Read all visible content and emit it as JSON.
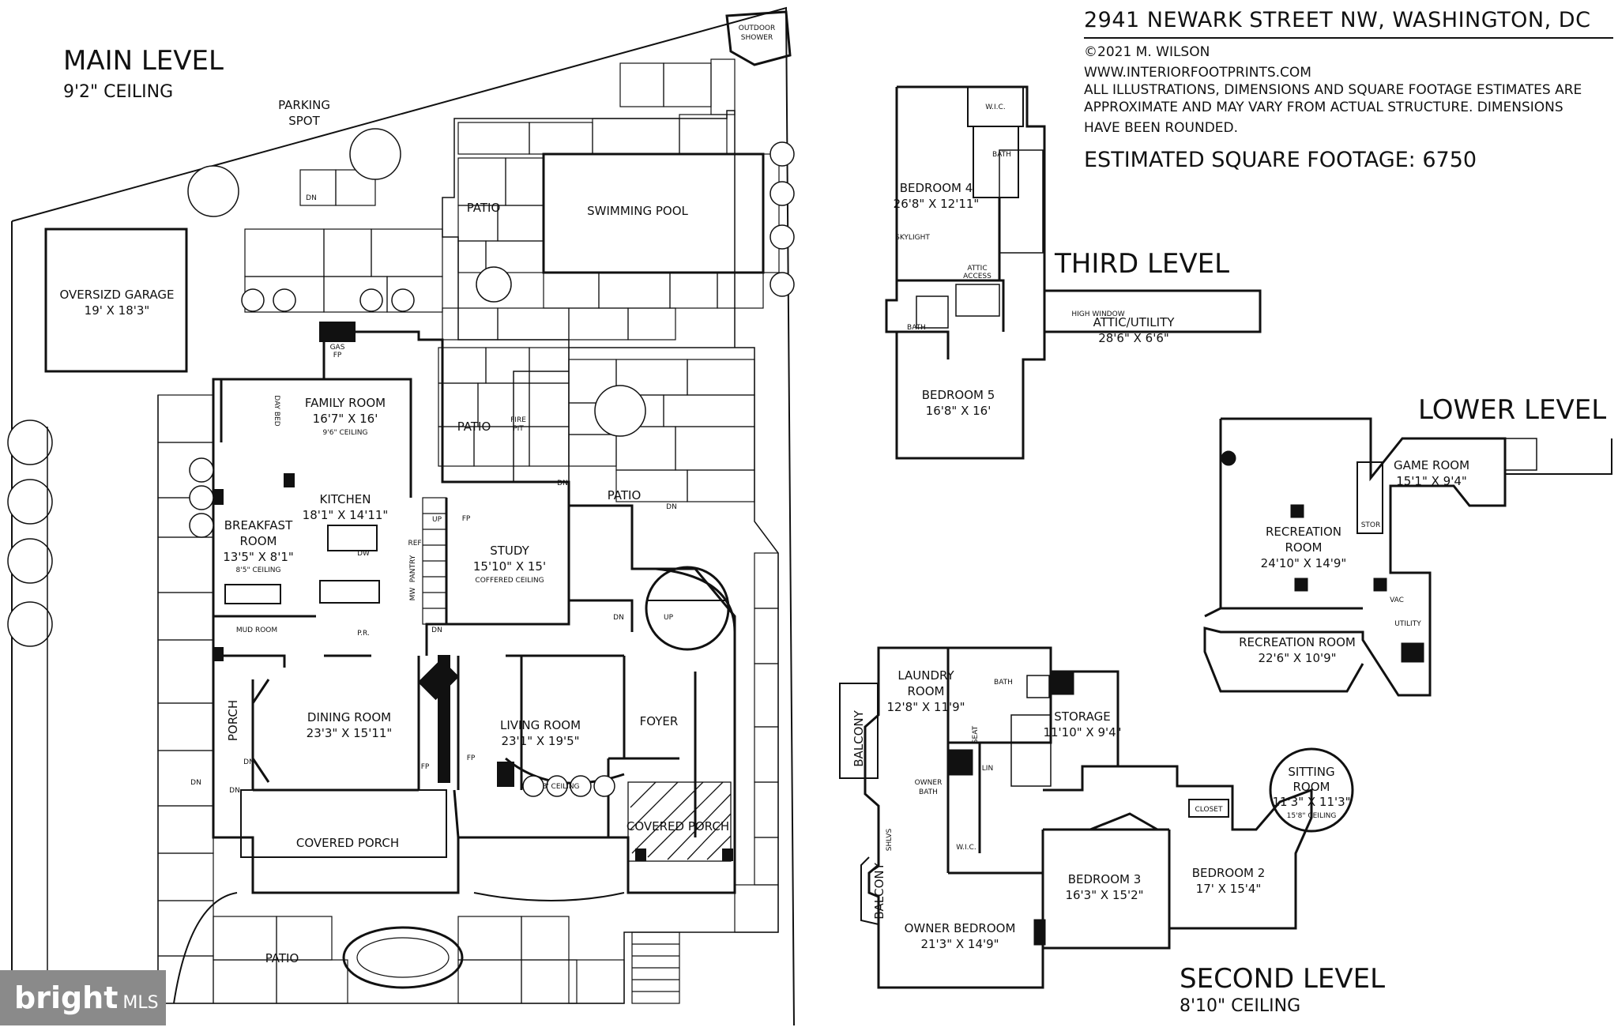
{
  "header": {
    "address": "2941 NEWARK STREET NW, WASHINGTON, DC",
    "copyright": "©2021 M. WILSON",
    "website": "WWW.INTERIORFOOTPRINTS.COM",
    "disclaimer": [
      "ALL ILLUSTRATIONS, DIMENSIONS AND SQUARE FOOTAGE ESTIMATES ARE",
      "APPROXIMATE AND MAY VARY FROM ACTUAL STRUCTURE. DIMENSIONS",
      "HAVE BEEN ROUNDED."
    ],
    "sqft": "ESTIMATED SQUARE FOOTAGE: 6750"
  },
  "levels": {
    "main": {
      "title": "MAIN LEVEL",
      "subtitle": "9'2\" CEILING"
    },
    "third": {
      "title": "THIRD LEVEL"
    },
    "lower": {
      "title": "LOWER LEVEL"
    },
    "second": {
      "title": "SECOND LEVEL",
      "subtitle": "8'10\" CEILING"
    }
  },
  "main_rooms": {
    "outdoor_shower_1": "OUTDOOR",
    "outdoor_shower_2": "SHOWER",
    "parking_1": "PARKING",
    "parking_2": "SPOT",
    "garage": "OVERSIZD GARAGE",
    "garage_dim": "19' X 18'3\"",
    "patio_top": "PATIO",
    "pool": "SWIMMING POOL",
    "family_room": "FAMILY ROOM",
    "family_room_dim": "16'7\" X 16'",
    "family_room_ceiling": "9'6\" CEILING",
    "gas_fp_1": "GAS",
    "gas_fp_2": "FP",
    "day_bed": "DAY BED",
    "patio_mid": "PATIO",
    "fire_pit_1": "FIRE",
    "fire_pit_2": "PIT",
    "kitchen": "KITCHEN",
    "kitchen_dim": "18'1\" X 14'11\"",
    "breakfast_1": "BREAKFAST",
    "breakfast_2": "ROOM",
    "breakfast_dim": "13'5\" X 8'1\"",
    "breakfast_ceiling": "8'5\" CEILING",
    "mud_room": "MUD ROOM",
    "pr": "P.R.",
    "ref": "REF",
    "pantry": "PANTRY",
    "mw": "MW",
    "dw": "DW",
    "patio_right": "PATIO",
    "study": "STUDY",
    "study_dim": "15'10\" X 15'",
    "study_ceiling": "COFFERED CEILING",
    "porch": "PORCH",
    "dining_room": "DINING ROOM",
    "dining_dim": "23'3\" X 15'11\"",
    "living_room": "LIVING ROOM",
    "living_dim": "23'1\" X 19'5\"",
    "living_ceiling": "8' CEILING",
    "foyer": "FOYER",
    "covered_porch_left": "COVERED PORCH",
    "covered_porch_right": "COVERED PORCH",
    "patio_bottom": "PATIO",
    "fp": "FP",
    "up": "UP",
    "dn": "DN"
  },
  "third_rooms": {
    "wic": "W.I.C.",
    "bath_top": "BATH",
    "bedroom4": "BEDROOM 4",
    "bedroom4_dim": "26'8\" X 12'11\"",
    "skylight": "SKYLIGHT",
    "attic_access_1": "ATTIC",
    "attic_access_2": "ACCESS",
    "high_window": "HIGH WINDOW",
    "attic": "ATTIC/UTILITY",
    "attic_dim": "28'6\" X 6'6\"",
    "bath_bottom": "BATH",
    "bedroom5": "BEDROOM 5",
    "bedroom5_dim": "16'8\" X 16'"
  },
  "lower_rooms": {
    "game_room": "GAME ROOM",
    "game_dim": "15'1\" X 9'4\"",
    "rec_1": "RECREATION",
    "rec_2": "ROOM",
    "rec_dim": "24'10\" X 14'9\"",
    "stor": "STOR",
    "vac": "VAC",
    "utility": "UTILITY",
    "rec_b": "RECREATION ROOM",
    "rec_b_dim": "22'6\" X 10'9\""
  },
  "second_rooms": {
    "laundry_1": "LAUNDRY",
    "laundry_2": "ROOM",
    "laundry_dim": "12'8\" X 11'9\"",
    "bath": "BATH",
    "storage": "STORAGE",
    "storage_dim": "11'10\" X 9'4\"",
    "balcony_top": "BALCONY",
    "owner_bath_1": "OWNER",
    "owner_bath_2": "BATH",
    "lin": "LIN",
    "seat": "SEAT",
    "wic": "W.I.C.",
    "shlvs": "SHLVS",
    "balcony_bottom": "BALCONY",
    "sitting_1": "SITTING",
    "sitting_2": "ROOM",
    "sitting_dim": "11'3\" X 11'3\"",
    "sitting_ceiling": "15'8\" CEILING",
    "closet": "CLOSET",
    "bedroom3": "BEDROOM 3",
    "bedroom3_dim": "16'3\" X 15'2\"",
    "bedroom2": "BEDROOM 2",
    "bedroom2_dim": "17' X 15'4\"",
    "owner_bedroom": "OWNER BEDROOM",
    "owner_bedroom_dim": "21'3\" X 14'9\""
  },
  "watermark": {
    "brand": "bright",
    "suffix": "MLS"
  }
}
